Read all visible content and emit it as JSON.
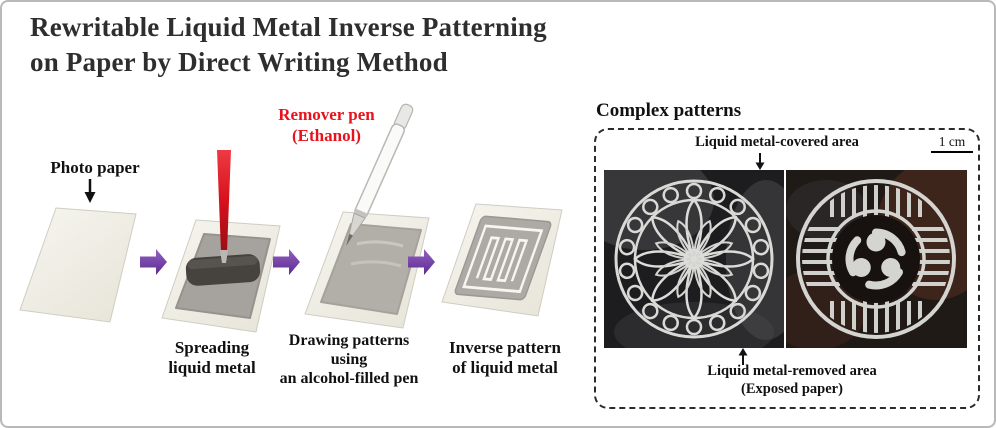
{
  "figure": {
    "title_line1": "Rewritable Liquid Metal Inverse Patterning",
    "title_line2": "on Paper by Direct Writing Method"
  },
  "process": {
    "photo_paper_label": "Photo paper",
    "remover_pen_label": [
      "Remover pen",
      "(Ethanol)"
    ],
    "caption_spreading": [
      "Spreading",
      "liquid metal"
    ],
    "caption_drawing": [
      "Drawing patterns",
      "using",
      "an alcohol-filled pen"
    ],
    "caption_inverse": [
      "Inverse pattern",
      "of liquid metal"
    ]
  },
  "complex_patterns": {
    "heading": "Complex patterns",
    "covered_label": "Liquid metal-covered area",
    "scale_bar_label": "1 cm",
    "removed_label": [
      "Liquid metal-removed area",
      "(Exposed paper)"
    ]
  },
  "colors": {
    "remover_pen_red": "#e8121c",
    "flow_arrow_purple": "#7030a0",
    "liquid_metal_silver": "#d6d6d3",
    "paper_cream": "#f1f0e8"
  }
}
